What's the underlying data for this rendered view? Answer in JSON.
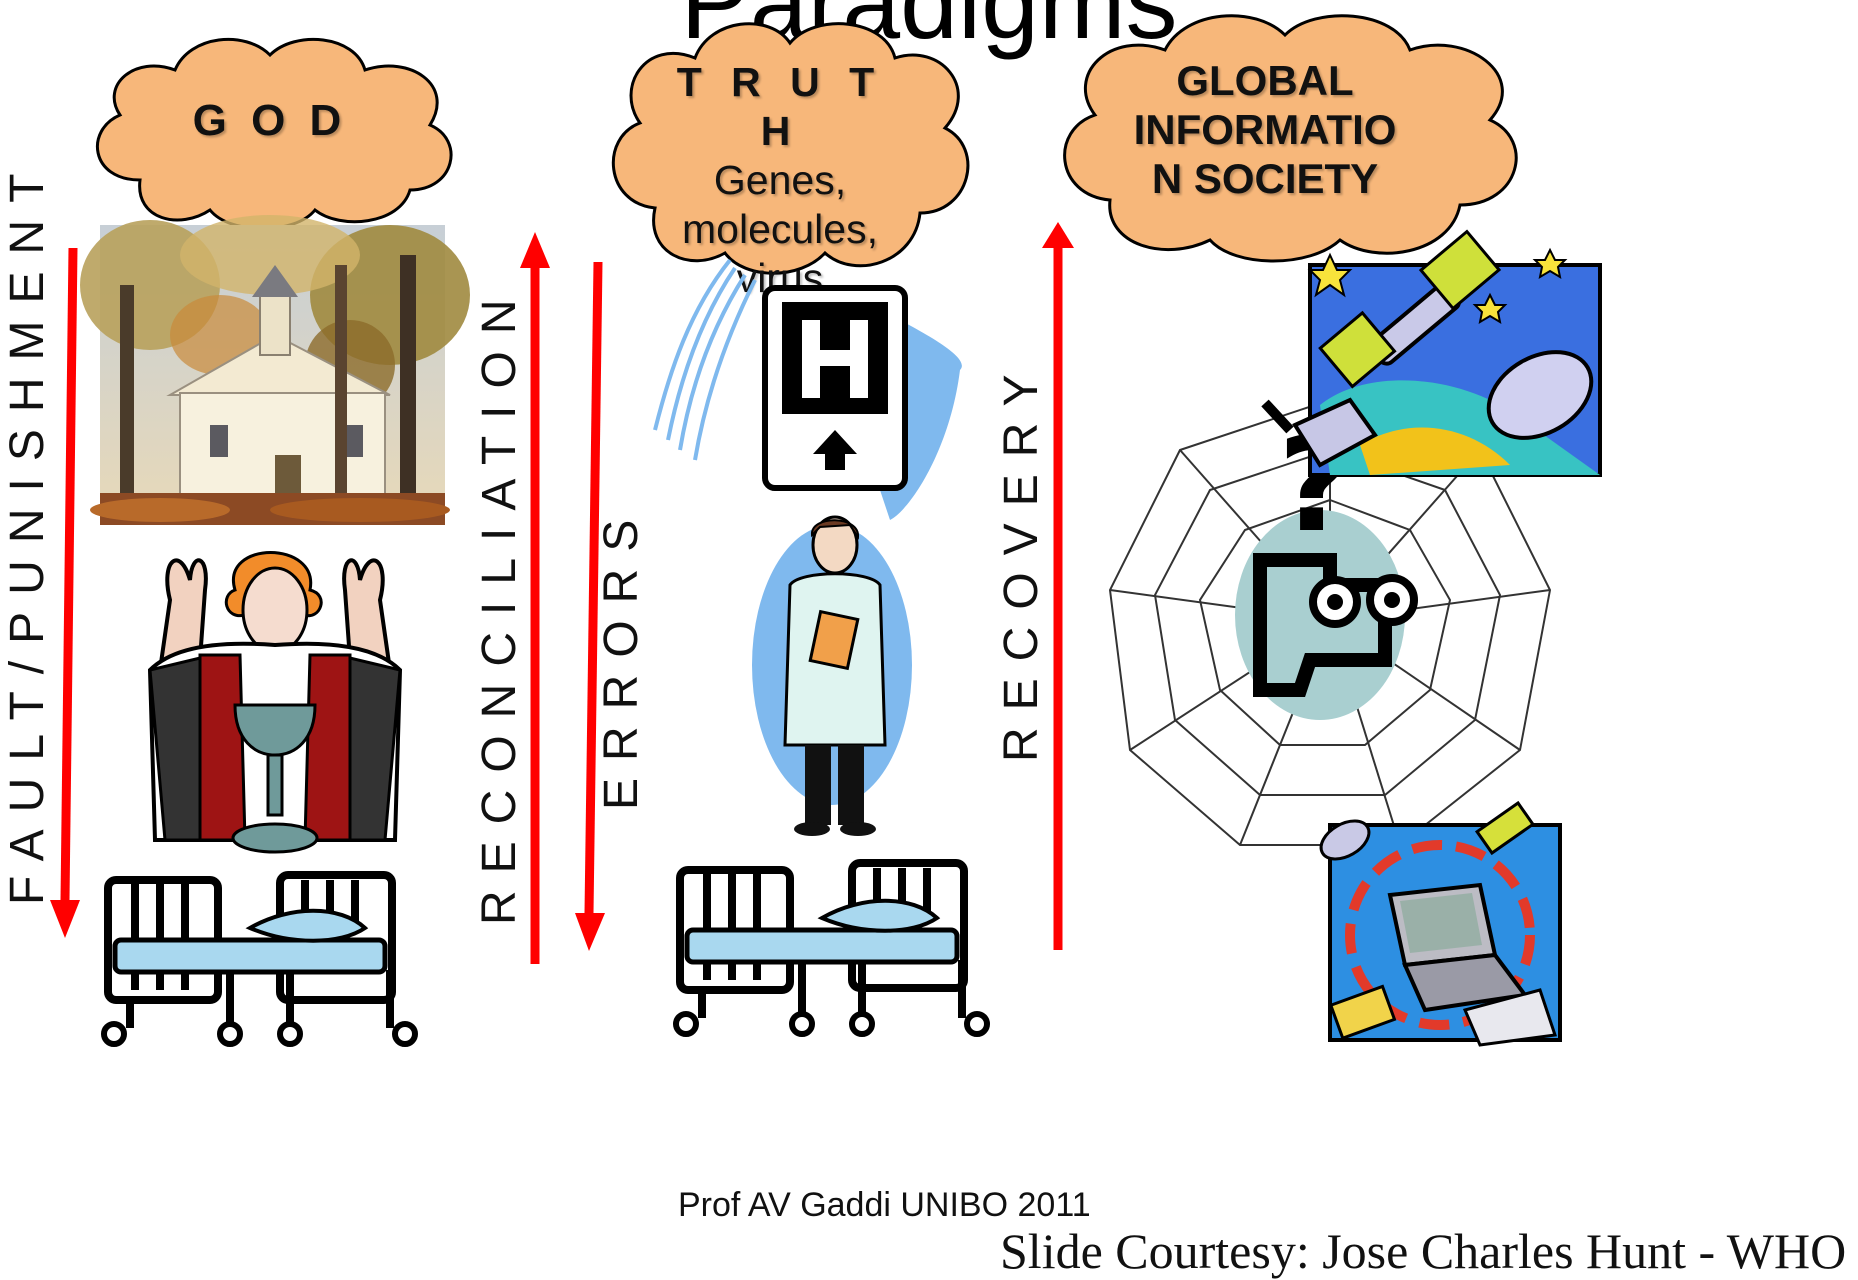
{
  "slide": {
    "title": "Paradigms",
    "clouds": [
      {
        "line1": "G O D"
      },
      {
        "line1": "T R U T H",
        "line2": "Genes,",
        "line3": "molecules,",
        "line4": "virus"
      },
      {
        "line1": "GLOBAL",
        "line2": "INFORMATIO",
        "line3": "N SOCIETY"
      }
    ],
    "vertical_labels": {
      "fault": "FAULT/PUNISHMENT",
      "reconciliation": "RECONCILIATION",
      "errors": "ERRORS",
      "recovery": "RECOVERY"
    },
    "footer": "Prof AV Gaddi UNIBO 2011",
    "credit": "Slide Courtesy: Jose Charles Hunt - WHO"
  },
  "colors": {
    "cloud_fill": "#f7b77a",
    "arrow": "#ff0000",
    "bed_blue": "#a9d8ef",
    "doctor_bg": "#7fb9ee"
  },
  "icons": [
    "church-image",
    "priest-image",
    "hospital-bed-icon",
    "hospital-sign-icon",
    "doctor-image",
    "satellite-clipart",
    "spider-web-question-clipart",
    "computer-network-clipart"
  ]
}
